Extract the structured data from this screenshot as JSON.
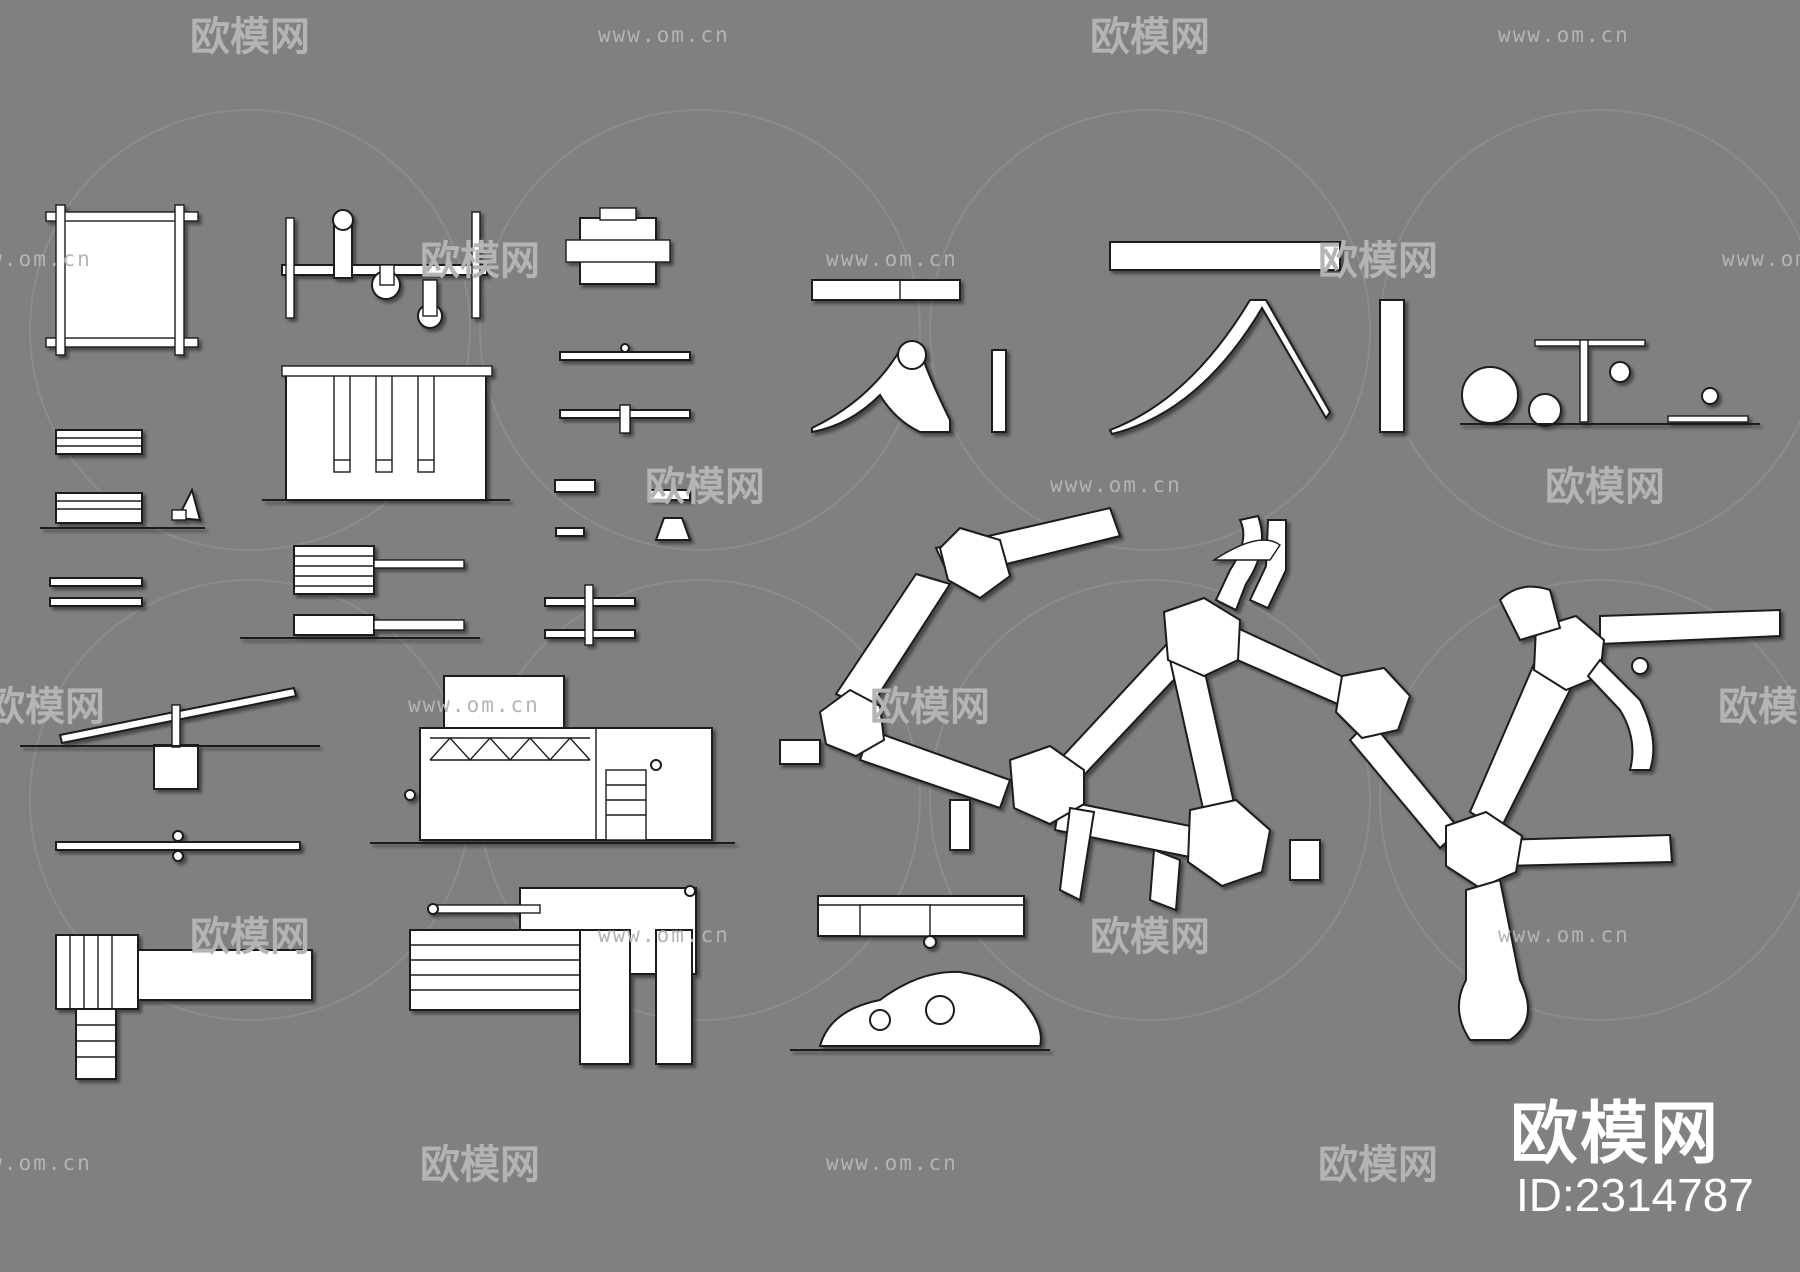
{
  "watermark": {
    "logo_text": "欧模网",
    "url_text": "www.om.cn"
  },
  "brand": {
    "name": "欧模网",
    "id_text": "ID:2314787"
  },
  "colors": {
    "background": "#808080",
    "drawing_fill": "#ffffff",
    "line": "#1a1a1a",
    "watermark": "#b4b4b4"
  }
}
